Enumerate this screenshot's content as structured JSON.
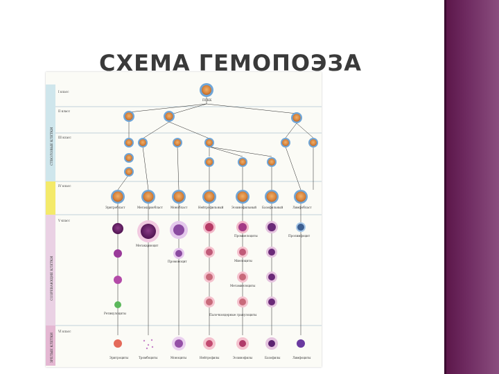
{
  "slide": {
    "title": "СХЕМА ГЕМОПОЭЗА"
  },
  "colors": {
    "background": "#ffffff",
    "title": "#3a3a3a",
    "accent_strip": "#6e2a60",
    "band_stem": "#cfe6ec",
    "band_precursor": "#f4ea6a",
    "band_maturing": "#ead1e4",
    "band_mature": "#e4b7d2"
  },
  "scheme": {
    "bands": [
      {
        "label": "СТВОЛОВЫЕ КЛЕТКИ"
      },
      {
        "label": "СОЗРЕВАЮЩИЕ КЛЕТКИ"
      },
      {
        "label": "ЗРЕЛЫЕ КЛЕТКИ"
      }
    ],
    "class_labels": {
      "class1": "I класс",
      "class2": "II класс",
      "class3": "III класс",
      "class4": "IV класс",
      "class5": "V класс",
      "class6": "VI класс"
    },
    "top_cell": "ПСКК",
    "precursors": {
      "eritroblast": "Эритробласт",
      "megakarioblast": "Мегакариобласт",
      "monoblast": "Монобласт",
      "neutrofil_blast": "Нейтрофильный",
      "eozinofil_blast": "Эозинофильный",
      "bazofil_blast": "Базофильный",
      "limfoblast": "Лимфобласт"
    },
    "mature": {
      "eritrocity": "Эритроциты",
      "trombocity": "Тромбоциты",
      "monocity": "Моноциты",
      "neitrofily": "Нейтрофилы",
      "eozinofily": "Эозинофилы",
      "bazofily": "Базофилы",
      "limfocity": "Лимфоциты"
    },
    "middle": {
      "promonocit": "Промоноцит",
      "megakariocit": "Мегакариоцит",
      "mielocity": "Миелоциты",
      "metamielocity": "Метамиелоциты",
      "palochkoyadernye": "Палочкоядерные гранулоциты",
      "promielocity": "Промиелоциты",
      "retikulocity": "Ретикулоциты",
      "prolimfocit": "Пролимфоцит"
    }
  }
}
